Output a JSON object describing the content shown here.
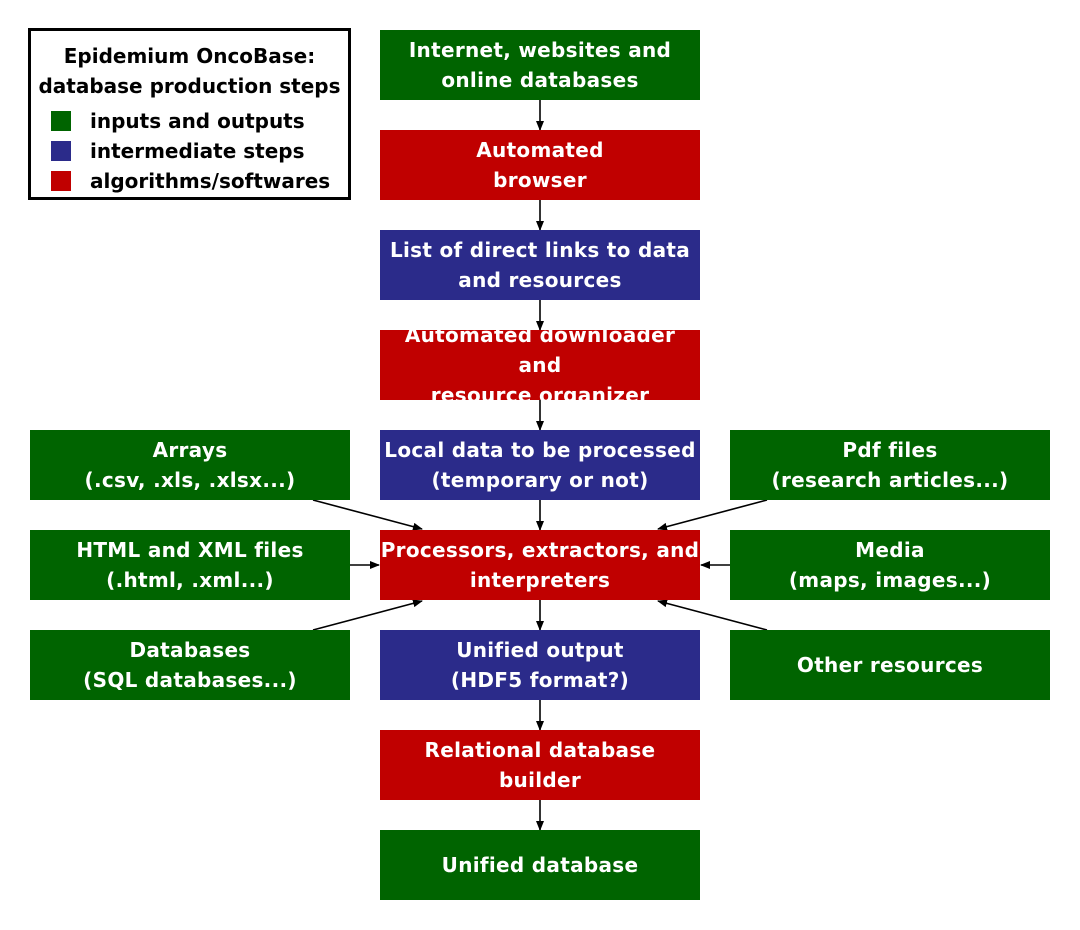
{
  "legend": {
    "title_line1": "Epidemium OncoBase:",
    "title_line2": "database production steps",
    "items": [
      {
        "label": "inputs and outputs",
        "color": "#006400"
      },
      {
        "label": "intermediate steps",
        "color": "#2b2b8a"
      },
      {
        "label": "algorithms/softwares",
        "color": "#c00000"
      }
    ]
  },
  "colors": {
    "input_output": "#006400",
    "intermediate": "#2b2b8a",
    "algorithm": "#c00000"
  },
  "nodes": {
    "internet": {
      "line1": "Internet, websites and",
      "line2": "online databases"
    },
    "browser": {
      "line1": "Automated",
      "line2": "browser"
    },
    "links": {
      "line1": "List of direct links to data",
      "line2": "and resources"
    },
    "downloader": {
      "line1": "Automated downloader and",
      "line2": "resource organizer"
    },
    "local": {
      "line1": "Local data to be processed",
      "line2": "(temporary or not)"
    },
    "processors": {
      "line1": "Processors, extractors, and",
      "line2": "interpreters"
    },
    "unified_output": {
      "line1": "Unified output",
      "line2": "(HDF5 format?)"
    },
    "db_builder": {
      "line1": "Relational database builder"
    },
    "unified_db": {
      "line1": "Unified database"
    },
    "arrays": {
      "line1": "Arrays",
      "line2": "(.csv, .xls, .xlsx...)"
    },
    "html_xml": {
      "line1": "HTML and XML files",
      "line2": "(.html, .xml...)"
    },
    "databases": {
      "line1": "Databases",
      "line2": "(SQL databases...)"
    },
    "pdf": {
      "line1": "Pdf files",
      "line2": "(research articles...)"
    },
    "media": {
      "line1": "Media",
      "line2": "(maps, images...)"
    },
    "other": {
      "line1": "Other resources"
    }
  }
}
